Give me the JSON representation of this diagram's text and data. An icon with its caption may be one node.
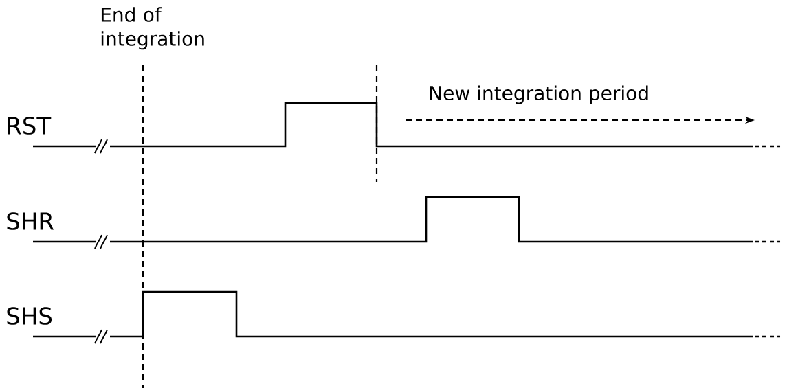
{
  "diagram": {
    "labels": [
      "End of integration",
      "New integration period",
      "RST",
      "SHR",
      "SHS"
    ]
  }
}
